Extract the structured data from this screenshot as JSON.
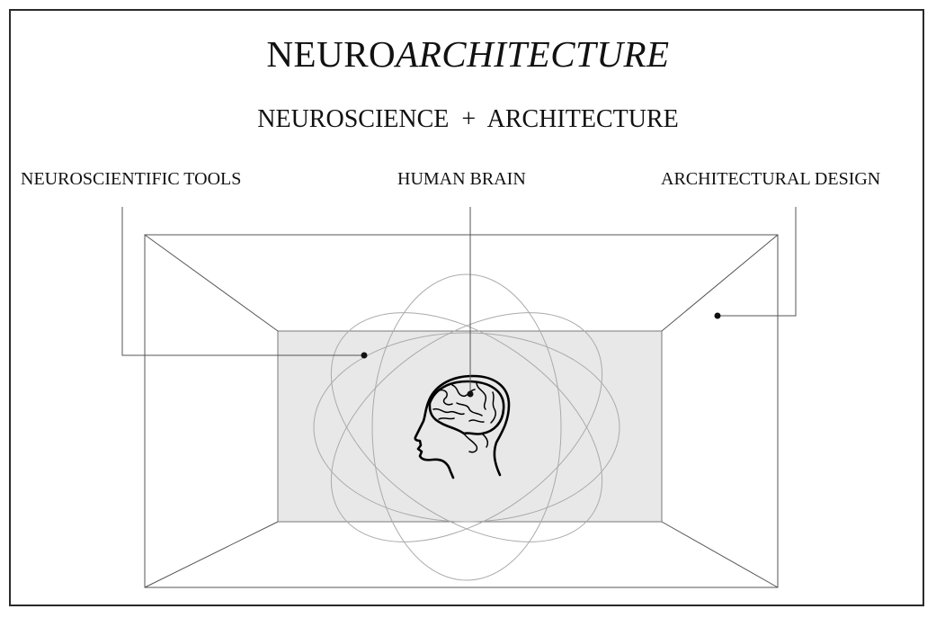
{
  "title": {
    "part1": "NEURO",
    "part2": "ARCHITECTURE"
  },
  "subtitle": "NEUROSCIENCE  +  ARCHITECTURE",
  "labels": {
    "left": "NEUROSCIENTIFIC TOOLS",
    "middle": "HUMAN BRAIN",
    "right": "ARCHITECTURAL DESIGN"
  },
  "colors": {
    "stroke": "#555555",
    "back_wall": "#e8e8e8",
    "ellipse": "#aaaaaa",
    "text": "#111111"
  },
  "icons": {
    "center": "head-brain-icon"
  }
}
